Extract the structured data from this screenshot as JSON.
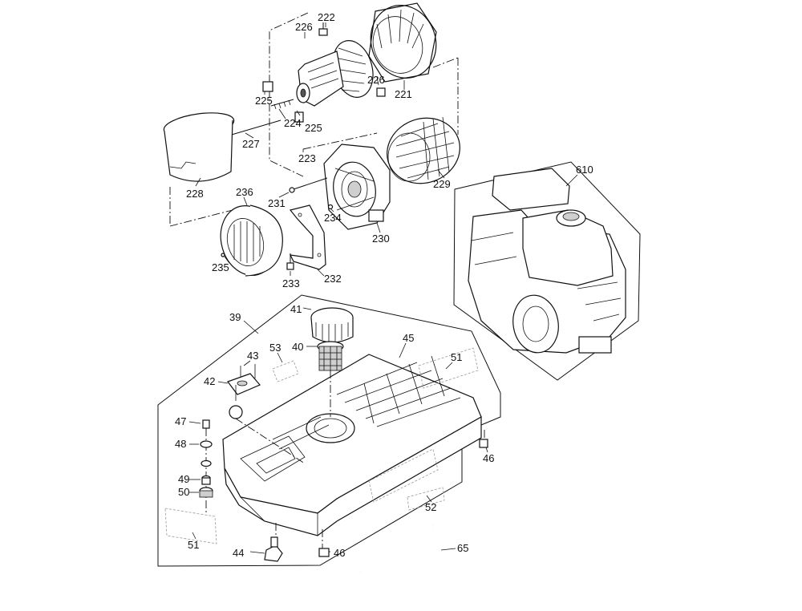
{
  "labels": {
    "p222": "222",
    "p226a": "226",
    "p226b": "226",
    "p221": "221",
    "p225a": "225",
    "p225b": "225",
    "p224": "224",
    "p227": "227",
    "p223": "223",
    "p228": "228",
    "p229": "229",
    "p236": "236",
    "p231": "231",
    "p234": "234",
    "p230": "230",
    "p235": "235",
    "p233": "233",
    "p232": "232",
    "p610": "610",
    "p39": "39",
    "p41": "41",
    "p40": "40",
    "p43": "43",
    "p53": "53",
    "p45": "45",
    "p51a": "51",
    "p42": "42",
    "p47": "47",
    "p48": "48",
    "p46a": "46",
    "p49": "49",
    "p50": "50",
    "p52": "52",
    "p51b": "51",
    "p44": "44",
    "p46b": "46",
    "p65": "65"
  }
}
